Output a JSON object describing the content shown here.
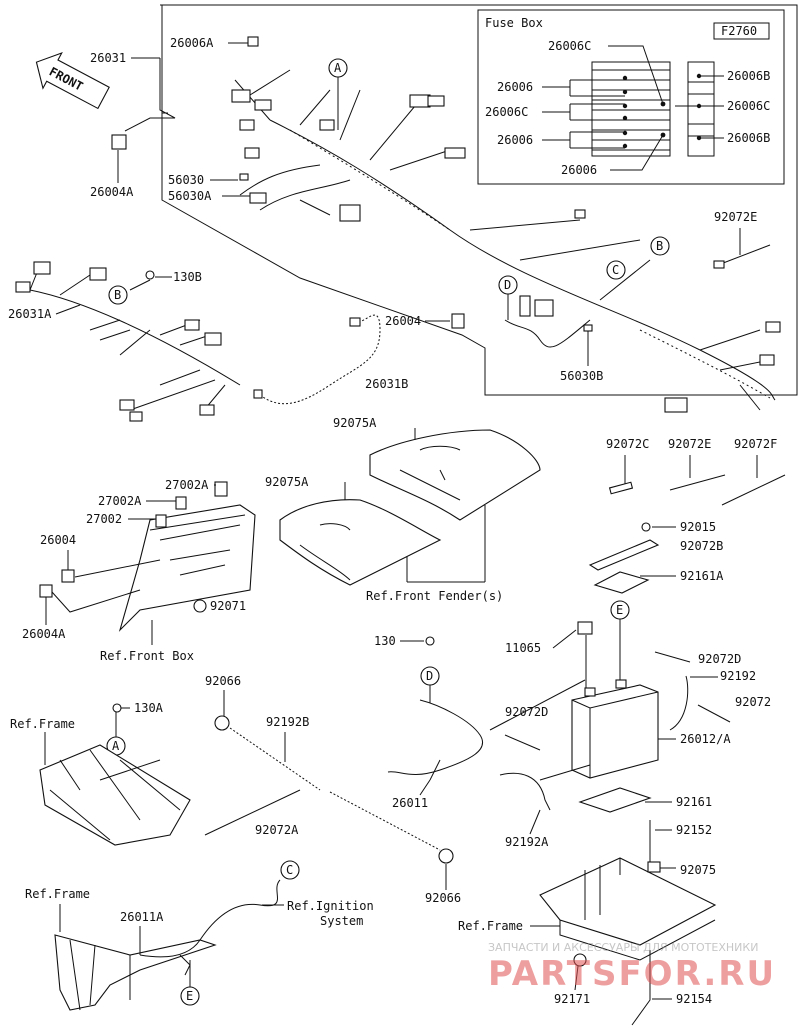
{
  "diagram_code": "F2760",
  "front_label": "FRONT",
  "fuse_box": {
    "title": "Fuse Box",
    "labels": [
      "26006C",
      "26006",
      "26006C",
      "26006",
      "26006",
      "26006B",
      "26006C",
      "26006B"
    ]
  },
  "callouts": {
    "A": "A",
    "B": "B",
    "C": "C",
    "D": "D",
    "E": "E"
  },
  "part_labels": [
    "26031",
    "26006A",
    "26004A",
    "56030",
    "56030A",
    "26031A",
    "130B",
    "26031B",
    "26004",
    "56030B",
    "92072E",
    "92075A",
    "92075A",
    "27002A",
    "27002A",
    "27002",
    "26004",
    "26004A",
    "92071",
    "Ref.Front Box",
    "Ref.Front Fender(s)",
    "92072C",
    "92072E",
    "92072F",
    "92015",
    "92072B",
    "92161A",
    "11065",
    "130",
    "92072D",
    "92192",
    "92072",
    "26012/A",
    "92072D",
    "26011",
    "92192A",
    "92161",
    "92152",
    "92075",
    "Ref.Frame",
    "92171",
    "92154",
    "Ref.Frame",
    "130A",
    "92066",
    "92192B",
    "92072A",
    "92066",
    "Ref.Frame",
    "26011A",
    "Ref.Ignition",
    "System"
  ],
  "watermark": {
    "top": "ЗАПЧАСТИ И АКСЕССУАРЫ ДЛЯ МОТОТЕХНИКИ",
    "brand": "PARTSFOR.RU"
  }
}
